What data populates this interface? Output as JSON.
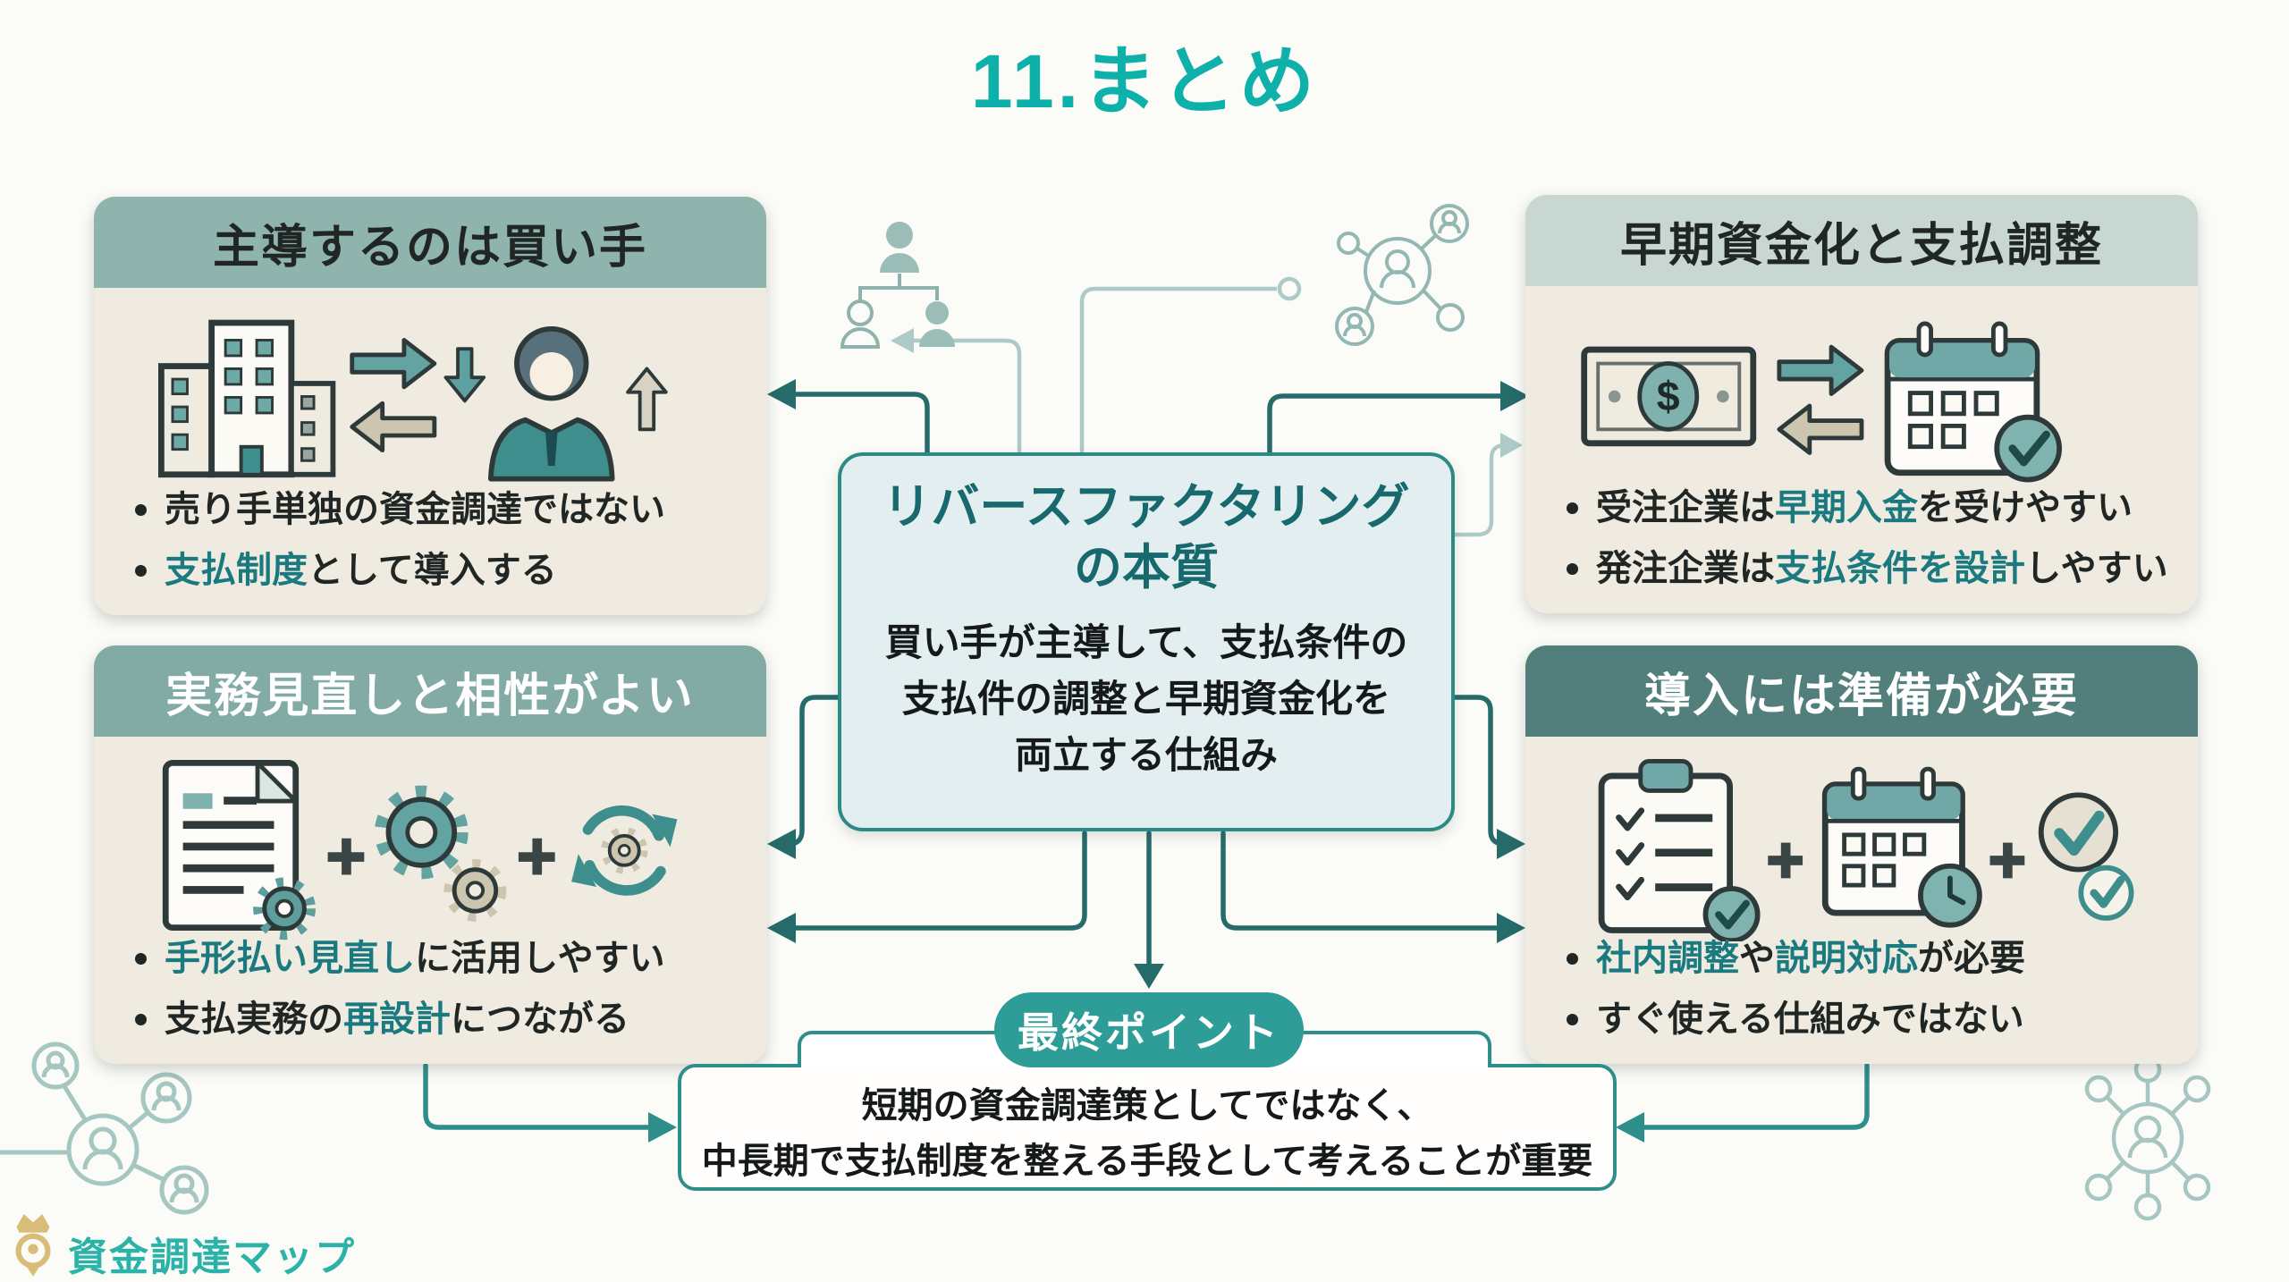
{
  "page": {
    "title": "11.まとめ"
  },
  "colors": {
    "accent_teal": "#0EB1AA",
    "highlight_teal": "#1B7A80",
    "arrow_dark": "#256B6A",
    "light_line": "#AECAC6",
    "header_top_left": "#8FB3AD",
    "header_top_right": "#C9D7D3",
    "header_bottom_left": "#82ABA5",
    "header_bottom_right": "#527F7B",
    "box_body": "#EFEBE1",
    "center_bg": "#E2EEEF",
    "center_border": "#2B8A85",
    "badge_bg": "#2E9D97",
    "logo_gold": "#D9BC77",
    "logo_text_color": "#2BB3A9"
  },
  "icons": {
    "plus_sign": "+",
    "dollar_sign": "$"
  },
  "boxes": {
    "top_left": {
      "header": "主導するのは買い手",
      "bullets": [
        [
          {
            "t": "売り手単独の資金調達ではない",
            "hl": false
          }
        ],
        [
          {
            "t": "支払制度",
            "hl": true
          },
          {
            "t": "として導入する",
            "hl": false
          }
        ]
      ]
    },
    "top_right": {
      "header": "早期資金化と支払調整",
      "bullets": [
        [
          {
            "t": "受注企業は",
            "hl": false
          },
          {
            "t": "早期入金",
            "hl": true
          },
          {
            "t": "を受けやすい",
            "hl": false
          }
        ],
        [
          {
            "t": "発注企業は",
            "hl": false
          },
          {
            "t": "支払条件を設計",
            "hl": true
          },
          {
            "t": "しやすい",
            "hl": false
          }
        ]
      ]
    },
    "bottom_left": {
      "header": "実務見直しと相性がよい",
      "bullets": [
        [
          {
            "t": "手形払い見直し",
            "hl": true
          },
          {
            "t": "に活用しやすい",
            "hl": false
          }
        ],
        [
          {
            "t": "支払実務の",
            "hl": false
          },
          {
            "t": "再設計",
            "hl": true
          },
          {
            "t": "につながる",
            "hl": false
          }
        ]
      ]
    },
    "bottom_right": {
      "header": "導入には準備が必要",
      "bullets": [
        [
          {
            "t": "社内調整",
            "hl": true
          },
          {
            "t": "や",
            "hl": false
          },
          {
            "t": "説明対応",
            "hl": true
          },
          {
            "t": "が必要",
            "hl": false
          }
        ],
        [
          {
            "t": "すぐ使える仕組みではない",
            "hl": false
          }
        ]
      ]
    }
  },
  "center_box": {
    "title_line1": "リバースファクタリング",
    "title_line2": "の本質",
    "body_line1": "買い手が主導して、支払条件の",
    "body_line2": "支払件の調整と早期資金化を",
    "body_line3": "両立する仕組み"
  },
  "final_point": {
    "badge": "最終ポイント",
    "line1": "短期の資金調達策としてではなく、",
    "line2": "中長期で支払制度を整える手段として考えることが重要"
  },
  "logo": {
    "text": "資金調達マップ"
  }
}
